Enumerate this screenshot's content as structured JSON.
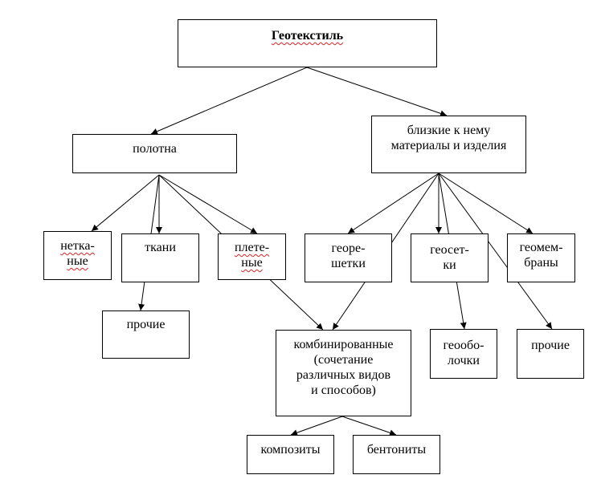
{
  "nodes": {
    "root": {
      "lines": [
        "Геотекстиль"
      ]
    },
    "fabrics": {
      "lines": [
        "полотна"
      ]
    },
    "related": {
      "lines": [
        "близкие к нему",
        "материалы и изделия"
      ]
    },
    "nonwoven": {
      "lines": [
        "нетка-",
        "ные"
      ]
    },
    "woven": {
      "lines": [
        "ткани"
      ]
    },
    "braided": {
      "lines": [
        "плете-",
        "ные"
      ]
    },
    "other_fabrics": {
      "lines": [
        "прочие"
      ]
    },
    "geogrids": {
      "lines": [
        "георе-",
        "шетки"
      ]
    },
    "geonets": {
      "lines": [
        "геосет-",
        "ки"
      ]
    },
    "geomembranes": {
      "lines": [
        "геомем-",
        "браны"
      ]
    },
    "combined": {
      "lines": [
        "комбинированные",
        "(сочетание",
        "различных видов",
        "и способов)"
      ]
    },
    "geoshells": {
      "lines": [
        "геообо-",
        "лочки"
      ]
    },
    "other_related": {
      "lines": [
        "прочие"
      ]
    },
    "composites": {
      "lines": [
        "композиты"
      ]
    },
    "bentonites": {
      "lines": [
        "бентониты"
      ]
    }
  },
  "edges": [
    [
      "root",
      "fabrics"
    ],
    [
      "root",
      "related"
    ],
    [
      "fabrics",
      "nonwoven"
    ],
    [
      "fabrics",
      "woven"
    ],
    [
      "fabrics",
      "braided"
    ],
    [
      "fabrics",
      "other_fabrics"
    ],
    [
      "fabrics",
      "combined"
    ],
    [
      "related",
      "geogrids"
    ],
    [
      "related",
      "geonets"
    ],
    [
      "related",
      "geomembranes"
    ],
    [
      "related",
      "combined"
    ],
    [
      "related",
      "geoshells"
    ],
    [
      "related",
      "other_related"
    ],
    [
      "combined",
      "composites"
    ],
    [
      "combined",
      "bentonites"
    ]
  ]
}
